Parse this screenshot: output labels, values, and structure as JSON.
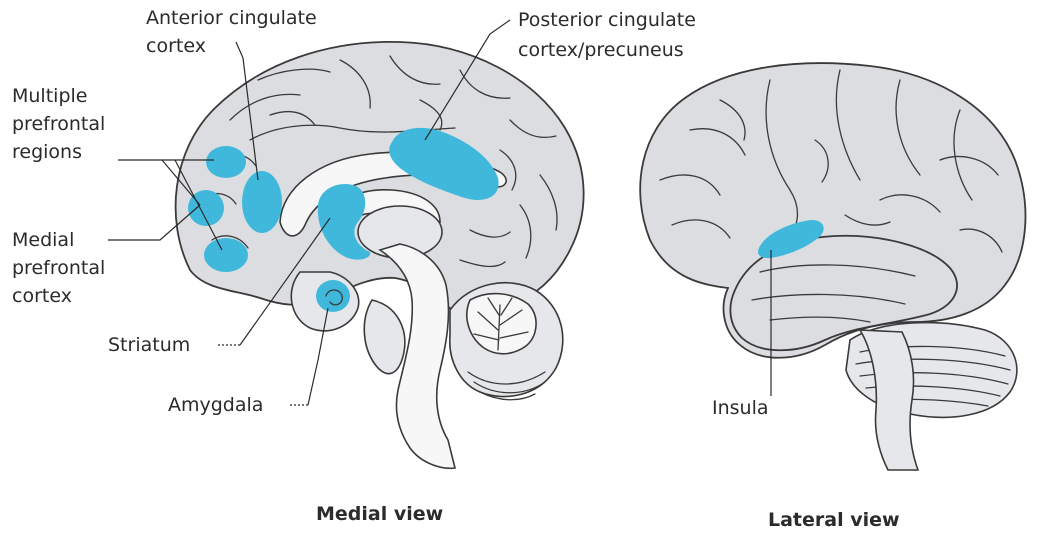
{
  "labels": {
    "anterior_cingulate": [
      "Anterior cingulate",
      "cortex"
    ],
    "posterior_cingulate": [
      "Posterior cingulate",
      "cortex/precuneus"
    ],
    "multiple_prefrontal": [
      "Multiple",
      "prefrontal",
      "regions"
    ],
    "medial_prefrontal": [
      "Medial",
      "prefrontal",
      "cortex"
    ],
    "striatum": "Striatum",
    "amygdala": "Amygdala",
    "insula": "Insula"
  },
  "captions": {
    "medial": "Medial view",
    "lateral": "Lateral view"
  },
  "colors": {
    "highlight": "#3fb8dc",
    "brain_fill": "#dcdde0",
    "outline": "#3a3a3a"
  }
}
